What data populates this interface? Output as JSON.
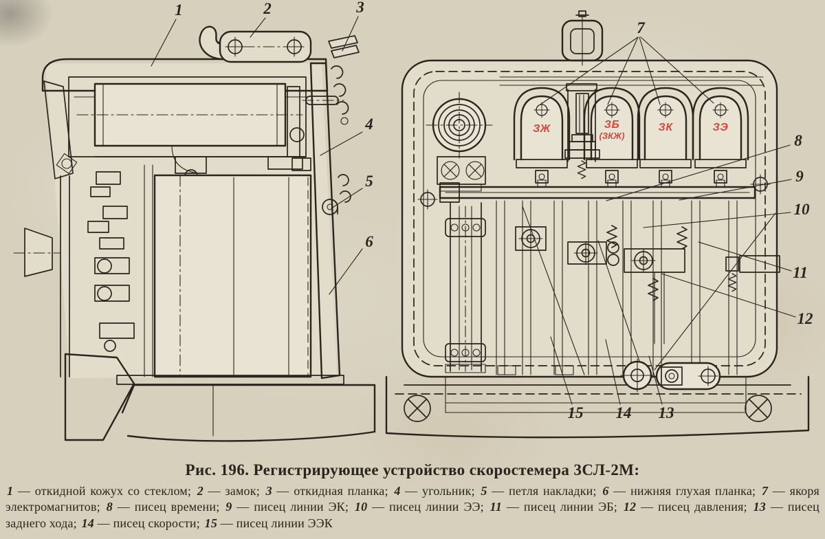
{
  "colors": {
    "paper": "#d7d0bd",
    "ink": "#29241d",
    "red": "#d6473c"
  },
  "figure": {
    "caption": "Рис. 196. Регистрирующее устройство скоростемера 3СЛ-2М:",
    "legend": [
      {
        "num": "1",
        "text": "откидной кожух со стеклом"
      },
      {
        "num": "2",
        "text": "замок"
      },
      {
        "num": "3",
        "text": "откидная планка"
      },
      {
        "num": "4",
        "text": "угольник"
      },
      {
        "num": "5",
        "text": "петля накладки"
      },
      {
        "num": "6",
        "text": "нижняя глухая планка"
      },
      {
        "num": "7",
        "text": "якоря электромагнитов"
      },
      {
        "num": "8",
        "text": "писец времени"
      },
      {
        "num": "9",
        "text": "писец линии ЭК"
      },
      {
        "num": "10",
        "text": "писец линии ЭЭ"
      },
      {
        "num": "11",
        "text": "писец линии ЭБ"
      },
      {
        "num": "12",
        "text": "писец давления"
      },
      {
        "num": "13",
        "text": "писец заднего хода"
      },
      {
        "num": "14",
        "text": "писец скорости"
      },
      {
        "num": "15",
        "text": "писец линии ЭЭК"
      }
    ]
  },
  "callouts": {
    "c1": "1",
    "c2": "2",
    "c3": "3",
    "c4": "4",
    "c5": "5",
    "c6": "6",
    "c7": "7",
    "c8": "8",
    "c9": "9",
    "c10": "10",
    "c11": "11",
    "c12": "12",
    "c13": "13",
    "c14": "14",
    "c15": "15"
  },
  "labels": {
    "arch1": "ЗЖ",
    "arch2_top": "ЗБ",
    "arch2_bottom": "(ЗКЖ)",
    "arch3": "ЗК",
    "arch4": "ЗЭ"
  }
}
